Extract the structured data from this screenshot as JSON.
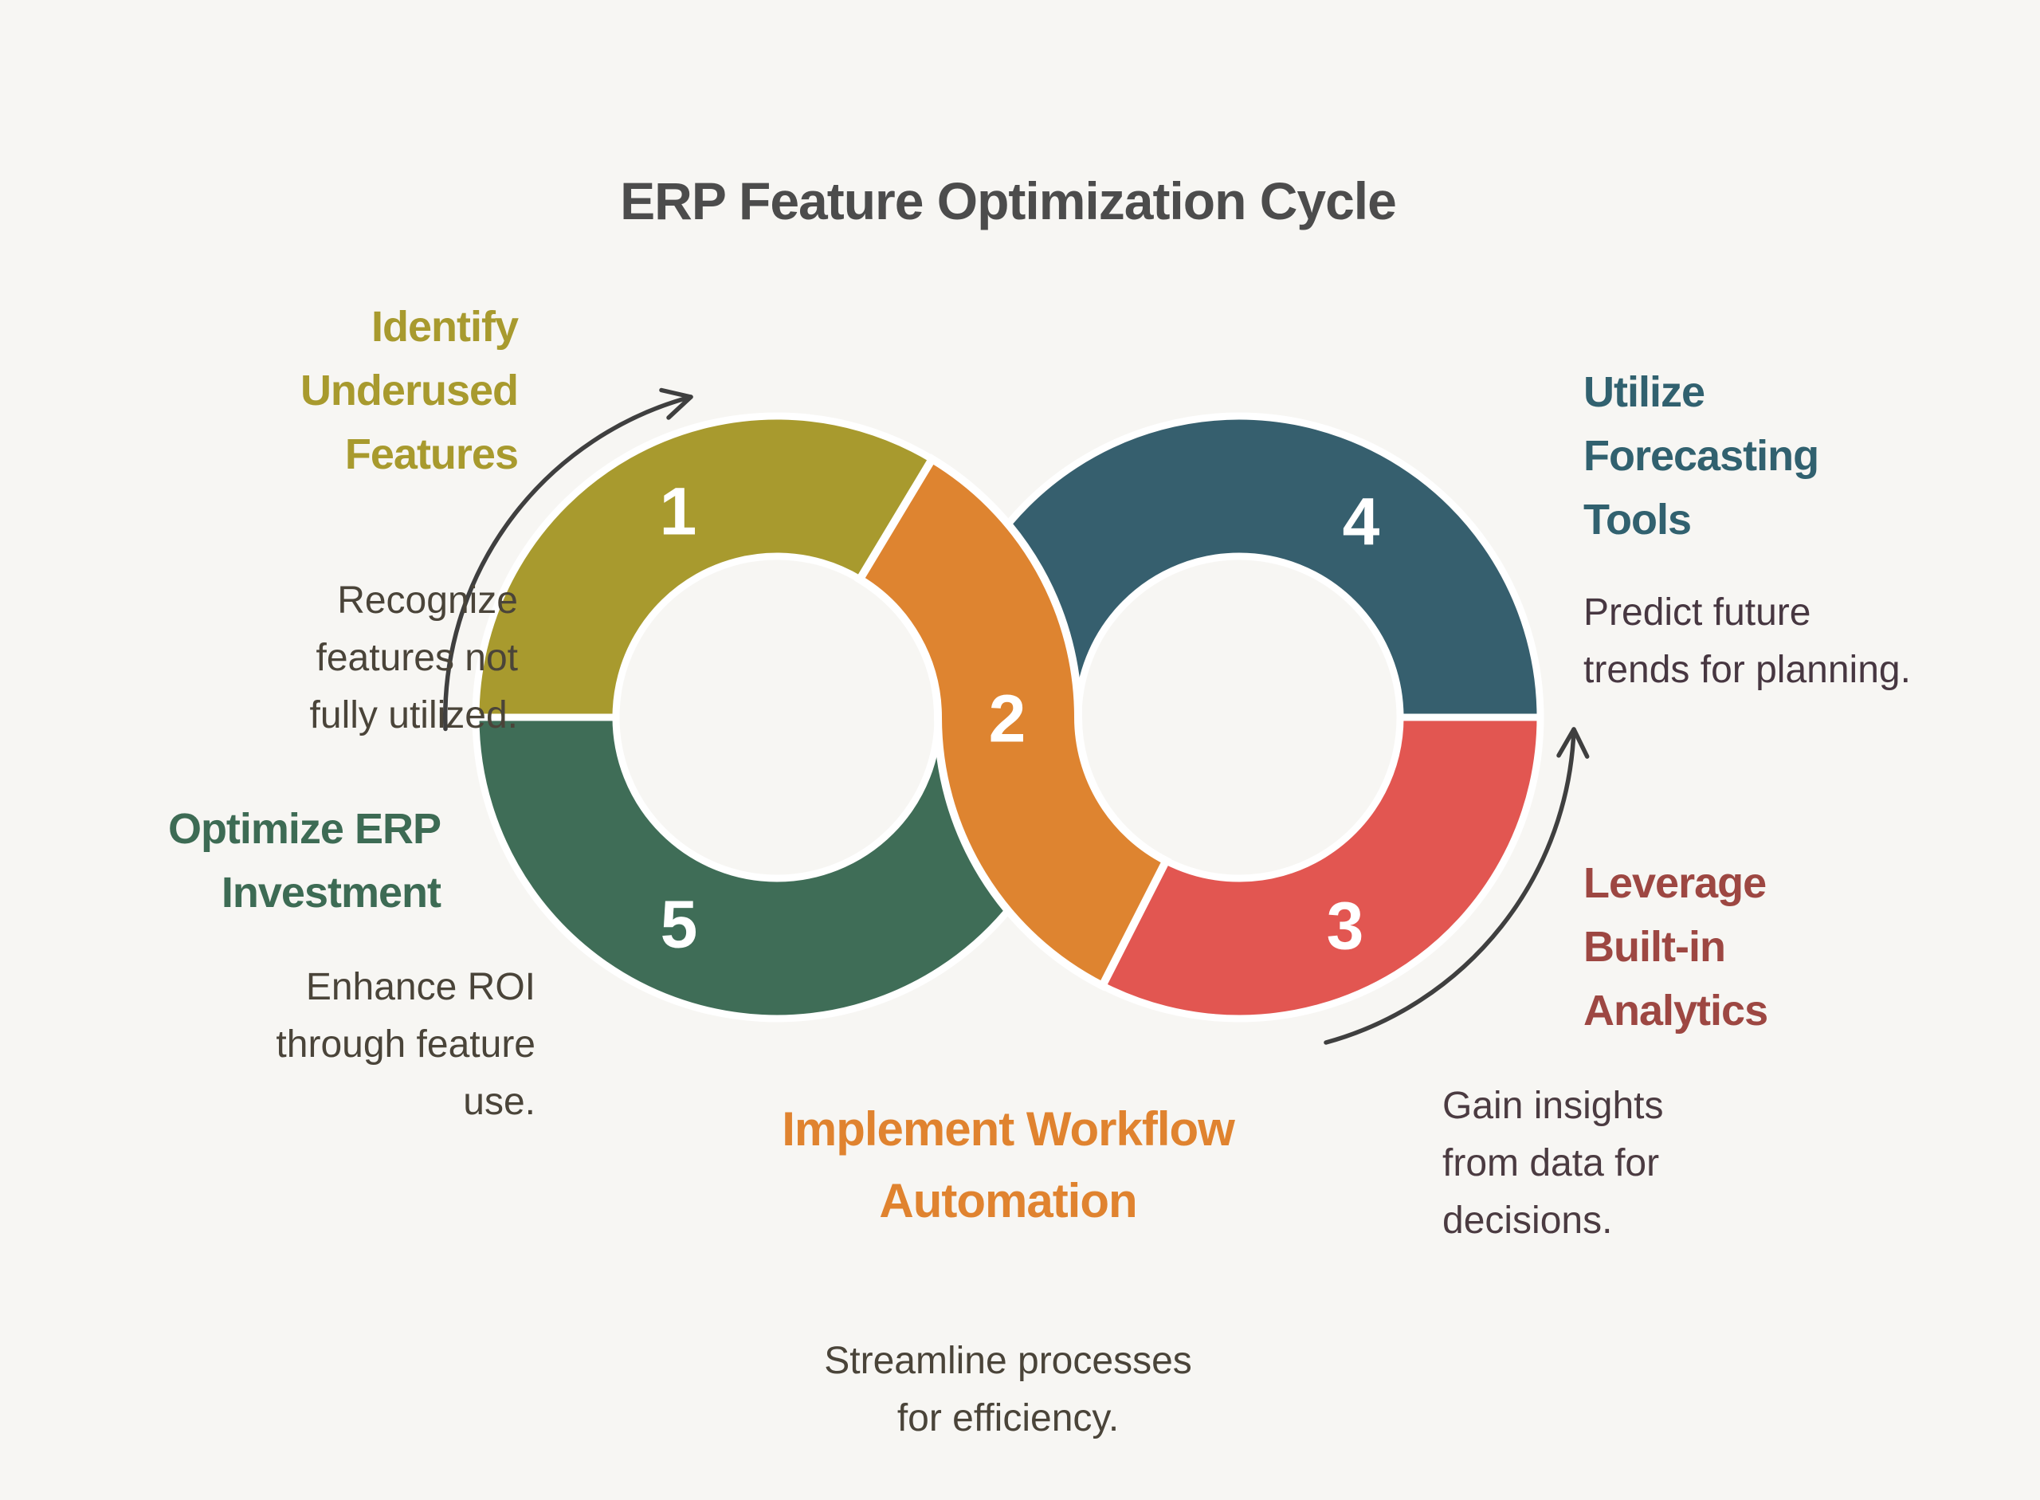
{
  "title": {
    "text": "ERP Feature Optimization Cycle",
    "color": "#4c4c4c"
  },
  "background": "#f7f6f3",
  "gap_color": "#ffffff",
  "number_color": "#ffffff",
  "arrow_color": "#3f3f3f",
  "steps": [
    {
      "number": "1",
      "label_lines": [
        "Identify",
        "Underused",
        "Features"
      ],
      "desc_lines": [
        "Recognize",
        "features not",
        "fully utilized."
      ],
      "color": "#a89a2e",
      "label_color": "#a89a2e",
      "desc_color": "#4a4439"
    },
    {
      "number": "2",
      "label_lines": [
        "Implement Workflow",
        "Automation"
      ],
      "desc_lines": [
        "Streamline processes",
        "for efficiency."
      ],
      "color": "#de8430",
      "label_color": "#e0832f",
      "desc_color": "#4a4439"
    },
    {
      "number": "3",
      "label_lines": [
        "Leverage",
        "Built-in",
        "Analytics"
      ],
      "desc_lines": [
        "Gain insights",
        "from data for",
        "decisions."
      ],
      "color": "#e25651",
      "label_color": "#9d4742",
      "desc_color": "#4b3b41"
    },
    {
      "number": "4",
      "label_lines": [
        "Utilize",
        "Forecasting",
        "Tools"
      ],
      "desc_lines": [
        "Predict future",
        "trends for planning."
      ],
      "color": "#365f6e",
      "label_color": "#31616f",
      "desc_color": "#473741"
    },
    {
      "number": "5",
      "label_lines": [
        "Optimize ERP",
        "Investment"
      ],
      "desc_lines": [
        "Enhance ROI",
        "through feature",
        "use."
      ],
      "color": "#3f6d57",
      "label_color": "#3d6b54",
      "desc_color": "#4a4439"
    }
  ]
}
